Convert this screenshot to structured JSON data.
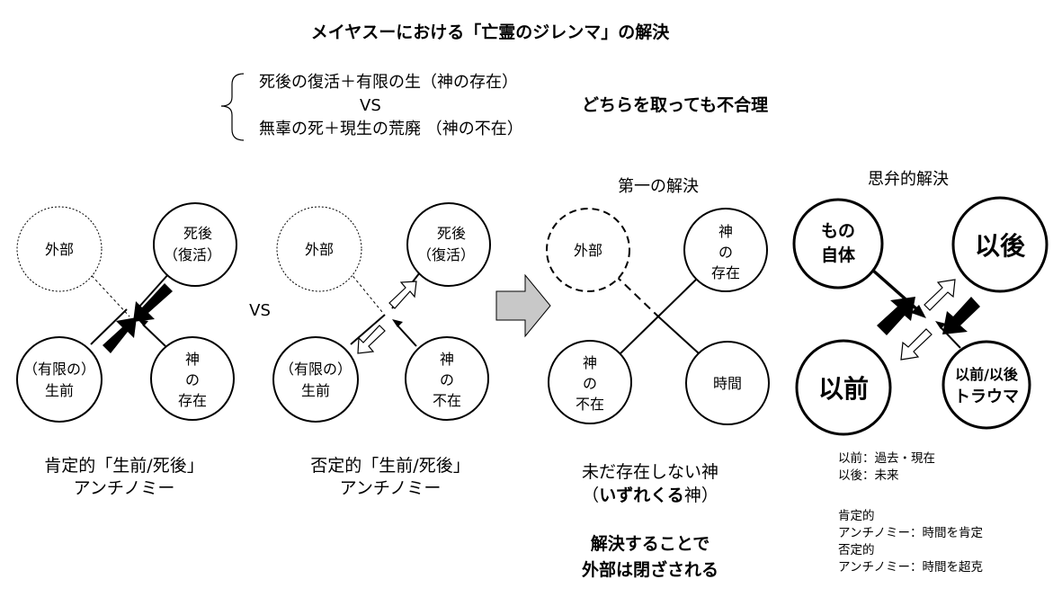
{
  "title": "メイヤスーにおける「亡霊のジレンマ」の解決",
  "dilemma": {
    "line1": "死後の復活＋有限の生（神の存在）",
    "vs": "VS",
    "line2": "無辜の死＋現生の荒廃 （神の不在）",
    "conclusion": "どちらを取っても不合理"
  },
  "vs_label": "VS",
  "panel1": {
    "outer": "外部",
    "after": [
      "死後",
      "（復活）"
    ],
    "before": [
      "（有限の）",
      "生前"
    ],
    "god": [
      "神",
      "の",
      "存在"
    ],
    "caption": [
      "肯定的「生前/死後」",
      "アンチノミー"
    ]
  },
  "panel2": {
    "outer": "外部",
    "after": [
      "死後",
      "（復活）"
    ],
    "before": [
      "（有限の）",
      "生前"
    ],
    "god": [
      "神",
      "の",
      "不在"
    ],
    "caption": [
      "否定的「生前/死後」",
      "アンチノミー"
    ]
  },
  "panel3": {
    "heading": "第一の解決",
    "outer": "外部",
    "god_exists": [
      "神",
      "の",
      "存在"
    ],
    "god_absent": [
      "神",
      "の",
      "不在"
    ],
    "time": "時間",
    "caption1": "未だ存在しない神",
    "caption2_open": "（",
    "caption2_bold": "いずれくる",
    "caption2_close": "神）",
    "bold_note": [
      "解決することで",
      "外部は閉ざされる"
    ]
  },
  "panel4": {
    "heading": "思弁的解決",
    "thing": [
      "もの",
      "自体"
    ],
    "after": "以後",
    "before": "以前",
    "trauma": [
      "以前/以後",
      "トラウマ"
    ],
    "notes": [
      "以前：過去・現在",
      "以後：未来",
      "",
      "肯定的",
      "アンチノミー：時間を肯定",
      "否定的",
      "アンチノミー：時間を超克"
    ]
  }
}
